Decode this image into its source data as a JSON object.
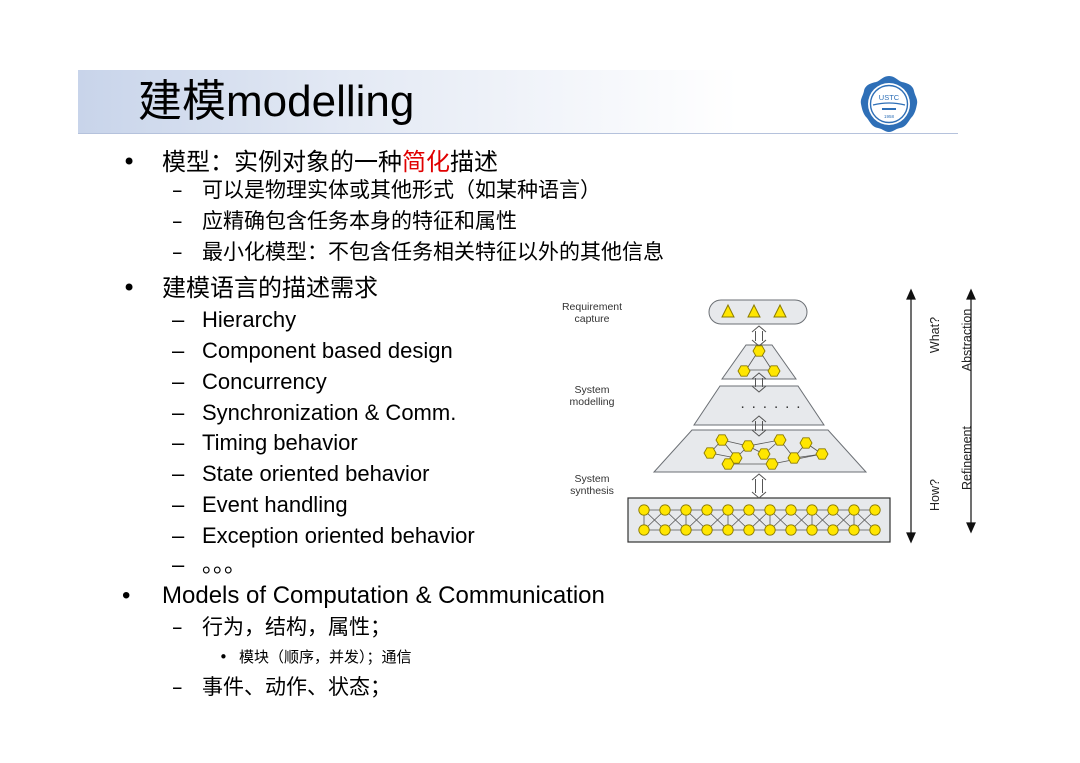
{
  "slide": {
    "title_cn": "建模",
    "title_en": "modelling",
    "logo_text": "USTC",
    "logo_year": "1958"
  },
  "bullets": {
    "b1_pre": "模型：实例对象的一种",
    "b1_highlight": "简化",
    "b1_post": "描述",
    "b1_subs": [
      "可以是物理实体或其他形式（如某种语言）",
      "应精确包含任务本身的特征和属性",
      "最小化模型：不包含任务相关特征以外的其他信息"
    ],
    "b2": "建模语言的描述需求",
    "b2_subs": [
      "Hierarchy",
      "Component based design",
      "Concurrency",
      "Synchronization & Comm.",
      "Timing behavior",
      "State oriented behavior",
      "Event handling",
      "Exception oriented behavior",
      "。。。"
    ],
    "b3": "Models of Computation & Communication",
    "b3_sub1": "行为，结构，属性；",
    "b3_sub1_sub": "模块（顺序，并发）；通信",
    "b3_sub2": "事件、动作、状态；"
  },
  "markers": {
    "bullet": "•",
    "dash": "–"
  },
  "diagram": {
    "requirement": "Requirement capture",
    "system_modelling": "System modelling",
    "system_synthesis": "System synthesis",
    "what": "What?",
    "how": "How?",
    "abstraction": "Abstraction",
    "refinement": "Refinement",
    "dots": "· · · · · ·",
    "colors": {
      "node_fill": "#ffe600",
      "node_stroke": "#8a7a00",
      "level_fill": "#e7e9ec",
      "level_stroke": "#6b6f74"
    }
  }
}
